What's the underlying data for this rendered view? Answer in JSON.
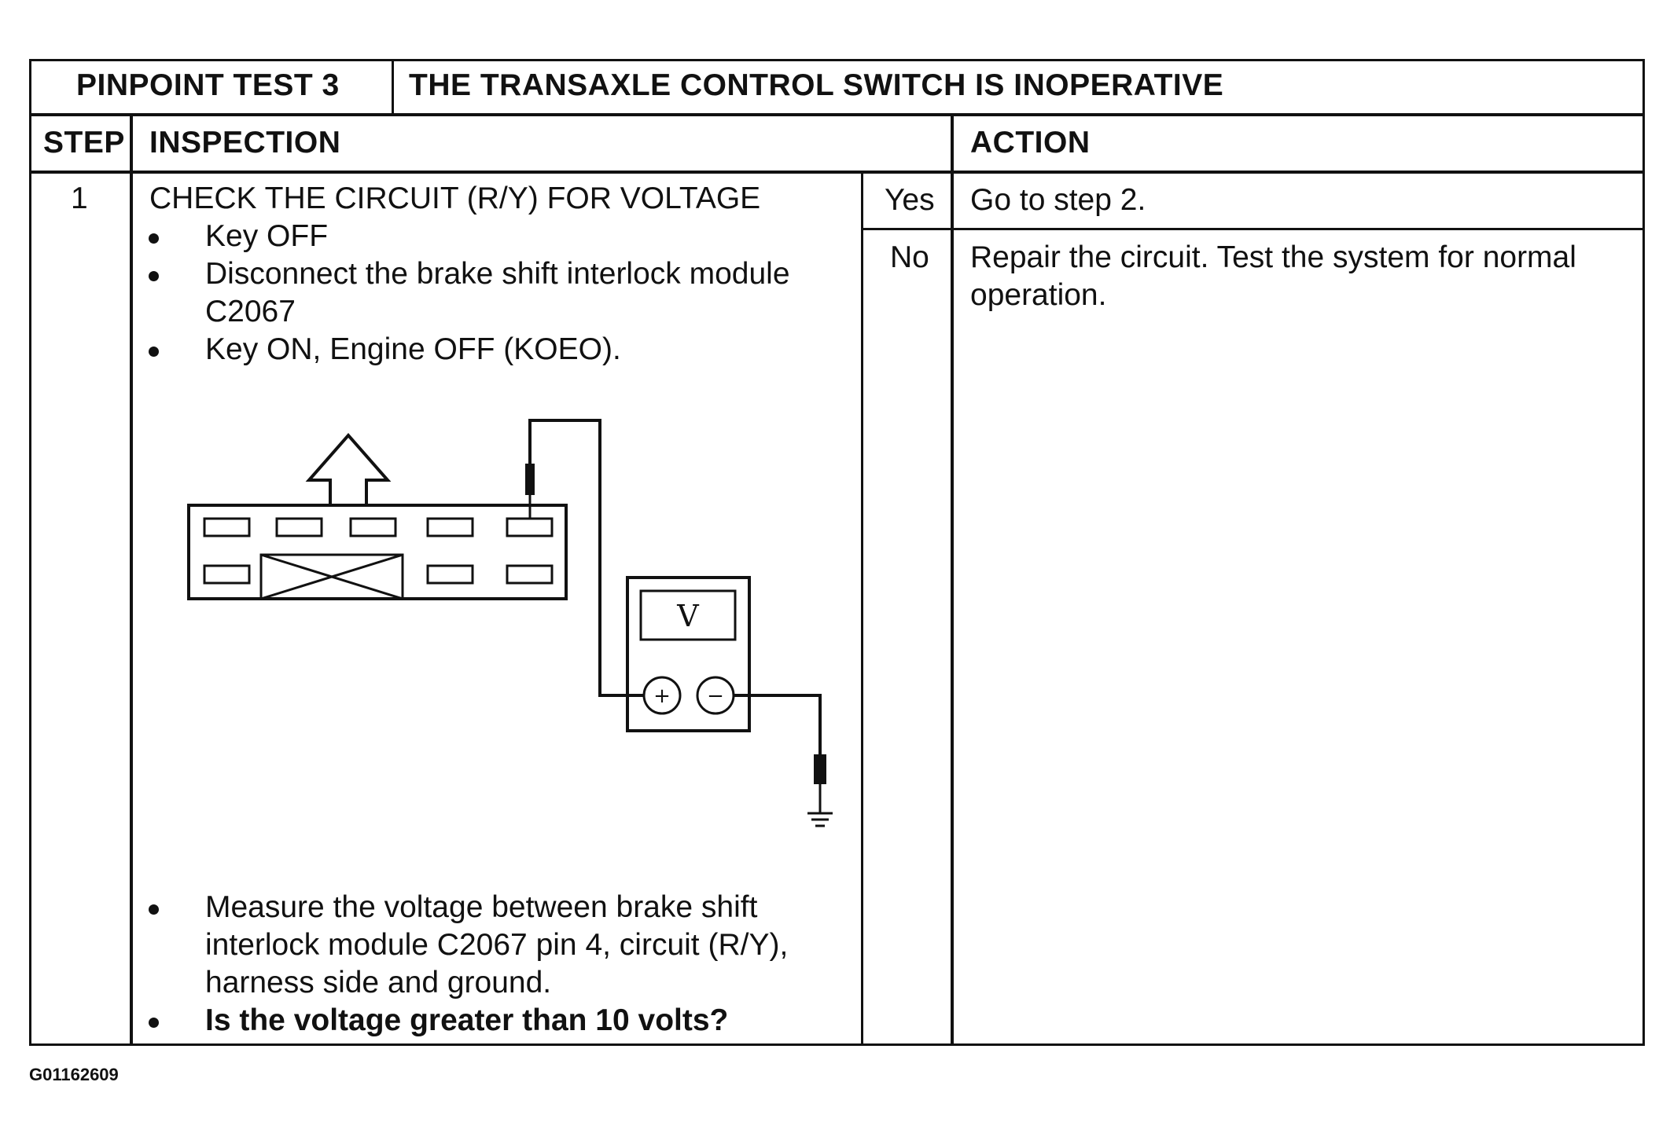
{
  "header": {
    "test_label": "PINPOINT TEST 3",
    "test_title": "THE TRANSAXLE CONTROL SWITCH IS INOPERATIVE"
  },
  "columns": {
    "step": "STEP",
    "inspection": "INSPECTION",
    "action": "ACTION"
  },
  "step1": {
    "number": "1",
    "title": "CHECK THE CIRCUIT (R/Y) FOR VOLTAGE",
    "bullets_top": [
      "Key OFF",
      "Disconnect the brake shift interlock module C2067",
      "Key ON, Engine OFF (KOEO)."
    ],
    "bullets_bottom": [
      "Measure the voltage between brake shift interlock module C2067 pin 4, circuit (R/Y), harness side and ground.",
      "Is the voltage greater than 10 volts?"
    ]
  },
  "answers": [
    {
      "answer": "Yes",
      "action": "Go to step 2."
    },
    {
      "answer": "No",
      "action": "Repair the circuit.  Test the system for normal operation."
    }
  ],
  "diagram": {
    "meter_symbol": "V",
    "plus_symbol": "+",
    "minus_symbol": "−",
    "icons": [
      "up-arrow-icon",
      "connector-icon",
      "voltmeter-icon",
      "ground-icon"
    ]
  },
  "figure_id": "G01162609"
}
